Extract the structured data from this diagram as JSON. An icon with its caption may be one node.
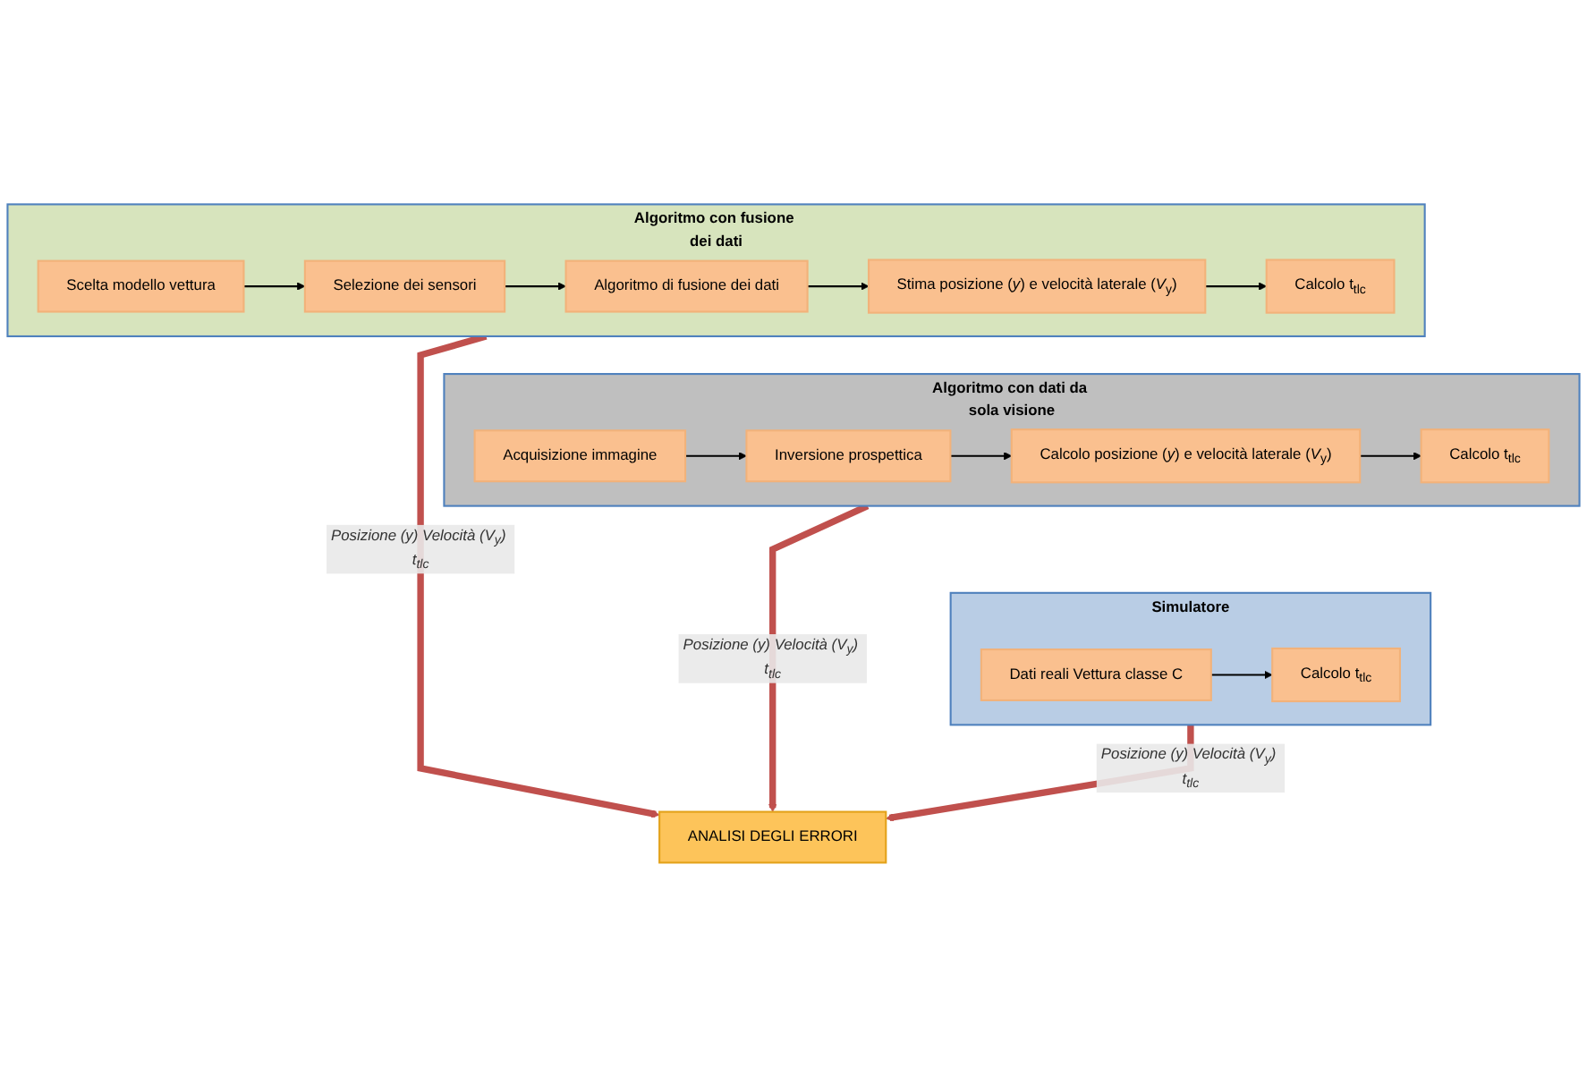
{
  "diagram": {
    "nodes": [
      {
        "text": [
          "Algoritmo con fusione dei dati"
        ]
      },
      {
        "text": [
          "Scelta modello vettura"
        ],
        "in": 0
      },
      {
        "text": [
          "Selezione dei sensori"
        ],
        "in": 0
      },
      {
        "text": [
          "Algoritmo di fusione dei dati"
        ],
        "in": 0
      },
      {
        "text": [
          "Stima posizione (*y*) e velocità laterale (*V*$_{y}$)"
        ],
        "in": 0
      },
      {
        "text": [
          "Calcolo t$_{tlc}$"
        ],
        "in": 0
      },
      {
        "text": [
          "Algoritmo con dati da sola visione"
        ]
      },
      {
        "text": [
          "Acquisizione immagine"
        ],
        "in": 6
      },
      {
        "text": [
          "Inversione prospettica"
        ],
        "in": 6
      },
      {
        "text": [
          "Calcolo posizione (*y*) e velocità laterale (*V*$_{y}$)"
        ],
        "in": 6
      },
      {
        "text": [
          "Calcolo t$_{tlc}$"
        ],
        "in": 6
      },
      {
        "text": [
          "Simulatore"
        ]
      },
      {
        "text": [
          "Dati reali Vettura classe C"
        ],
        "in": 11
      },
      {
        "text": [
          "Calcolo t$_{tlc}$"
        ],
        "in": 11
      },
      {
        "text": [
          "ANALISI DEGLI ERRORI"
        ]
      }
    ],
    "edges": [
      {
        "from": 1,
        "to": 2,
        "arrow": "to"
      },
      {
        "from": 2,
        "to": 3,
        "arrow": "to"
      },
      {
        "from": 3,
        "to": 4,
        "arrow": "to"
      },
      {
        "from": 4,
        "to": 5,
        "arrow": "to"
      },
      {
        "from": 7,
        "to": 8,
        "arrow": "to"
      },
      {
        "from": 8,
        "to": 9,
        "arrow": "to"
      },
      {
        "from": 9,
        "to": 10,
        "arrow": "to"
      },
      {
        "from": 12,
        "to": 13,
        "arrow": "to"
      },
      {
        "from": 0,
        "to": 14,
        "arrow": "to",
        "label": "Posizione (y) Velocità (V$_{y}$) t$_{tlc}$",
        "style": "thick",
        "color": "#c0504d"
      },
      {
        "from": 6,
        "to": 14,
        "arrow": "to",
        "label": "Posizione (y) Velocità (V$_{y}$) t$_{tlc}$",
        "style": "thick",
        "color": "#c0504d"
      },
      {
        "from": 11,
        "to": 14,
        "arrow": "to",
        "label": "Posizione (y) Velocità (V$_{y}$) t$_{tlc}$",
        "style": "thick",
        "color": "#c0504d"
      }
    ]
  }
}
